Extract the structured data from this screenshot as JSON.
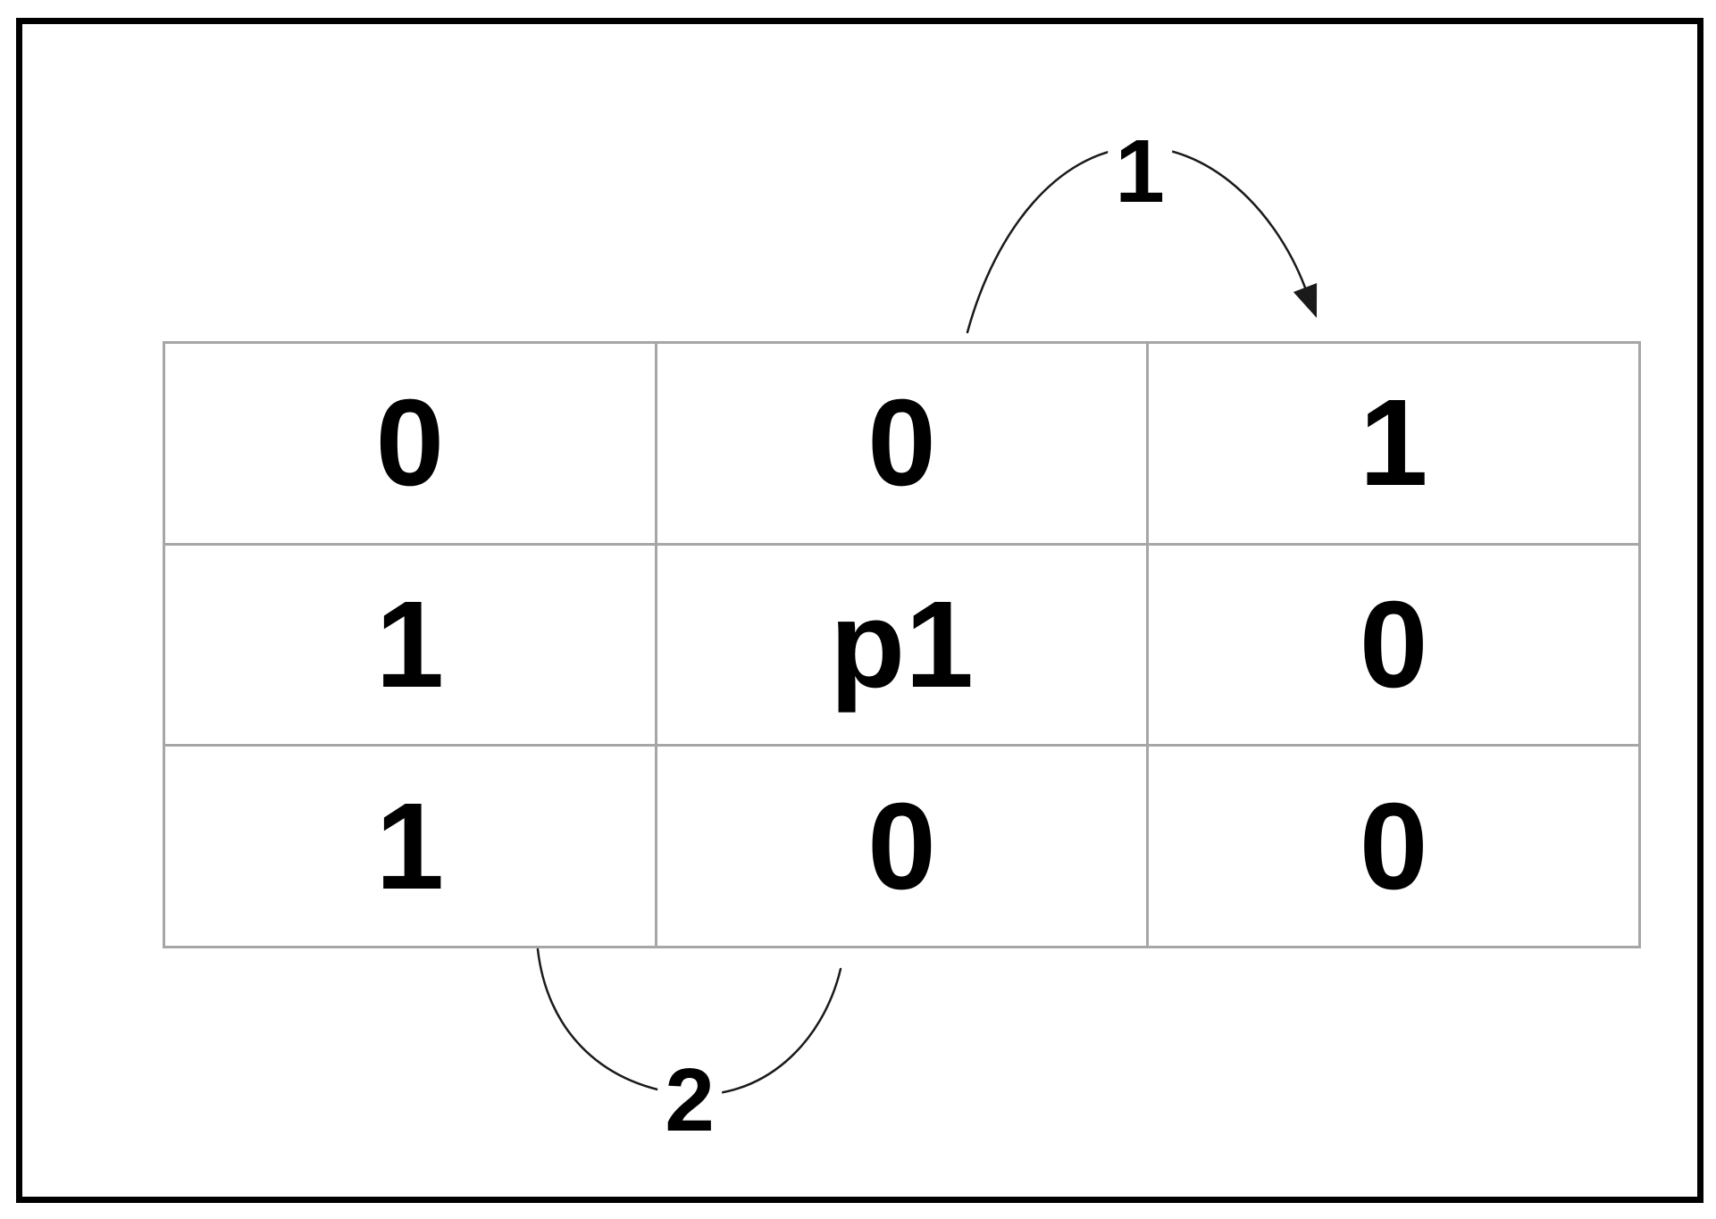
{
  "figure": {
    "title": "page-table-diagram",
    "table": {
      "rows": [
        [
          "0",
          "0",
          "1"
        ],
        [
          "1",
          "p1",
          "0"
        ],
        [
          "1",
          "0",
          "0"
        ]
      ]
    },
    "arrows": [
      {
        "label": "1",
        "position": "top",
        "has_arrowhead": true
      },
      {
        "label": "2",
        "position": "bottom",
        "has_arrowhead": false
      }
    ],
    "colors": {
      "background": "#ffffff",
      "frame_border": "#000000",
      "table_border": "#a6a6a6",
      "text": "#000000",
      "arrow_line": "#1a1a1a"
    }
  }
}
